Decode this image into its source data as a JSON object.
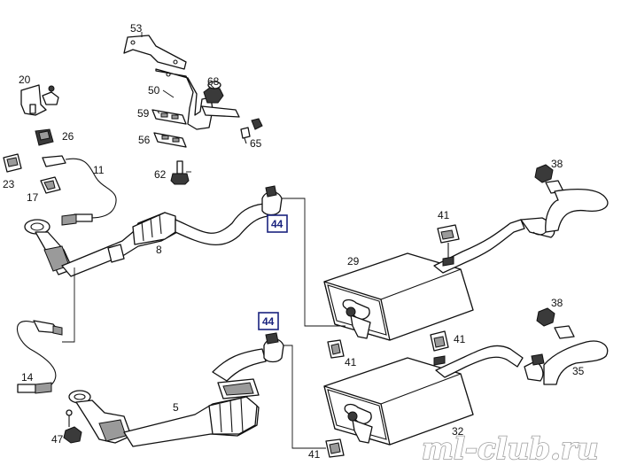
{
  "labels": {
    "l53": "53",
    "l68": "68",
    "l50": "50",
    "l59": "59",
    "l56": "56",
    "l65": "65",
    "l62": "62",
    "l20": "20",
    "l26": "26",
    "l23": "23",
    "l11": "11",
    "l17": "17",
    "l8": "8",
    "l44a": "44",
    "l44b": "44",
    "l38a": "38",
    "l38b": "38",
    "l41a": "41",
    "l41b": "41",
    "l41c": "41",
    "l41d": "41",
    "l29": "29",
    "l14": "14",
    "l5": "5",
    "l47": "47",
    "l35": "35",
    "l32": "32"
  },
  "watermark": "ml-club.ru",
  "colors": {
    "line": "#111111",
    "highlight_box": "#1a237e",
    "watermark": "#9e9e9e"
  }
}
